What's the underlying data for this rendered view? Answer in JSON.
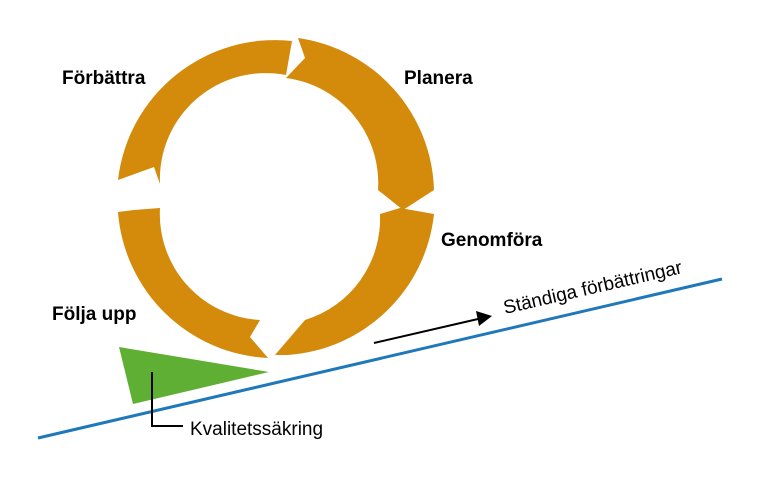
{
  "diagram": {
    "labels": {
      "improve": "Förbättra",
      "plan": "Planera",
      "do": "Genomföra",
      "check": "Följa upp",
      "continuous": "Ständiga förbättringar",
      "quality": "Kvalitetssäkring"
    },
    "colors": {
      "cycle_arrow": "#D48A0A",
      "baseline": "#1F78B9",
      "wedge": "#5EAF33",
      "text": "#000000",
      "arrow": "#000000"
    }
  }
}
